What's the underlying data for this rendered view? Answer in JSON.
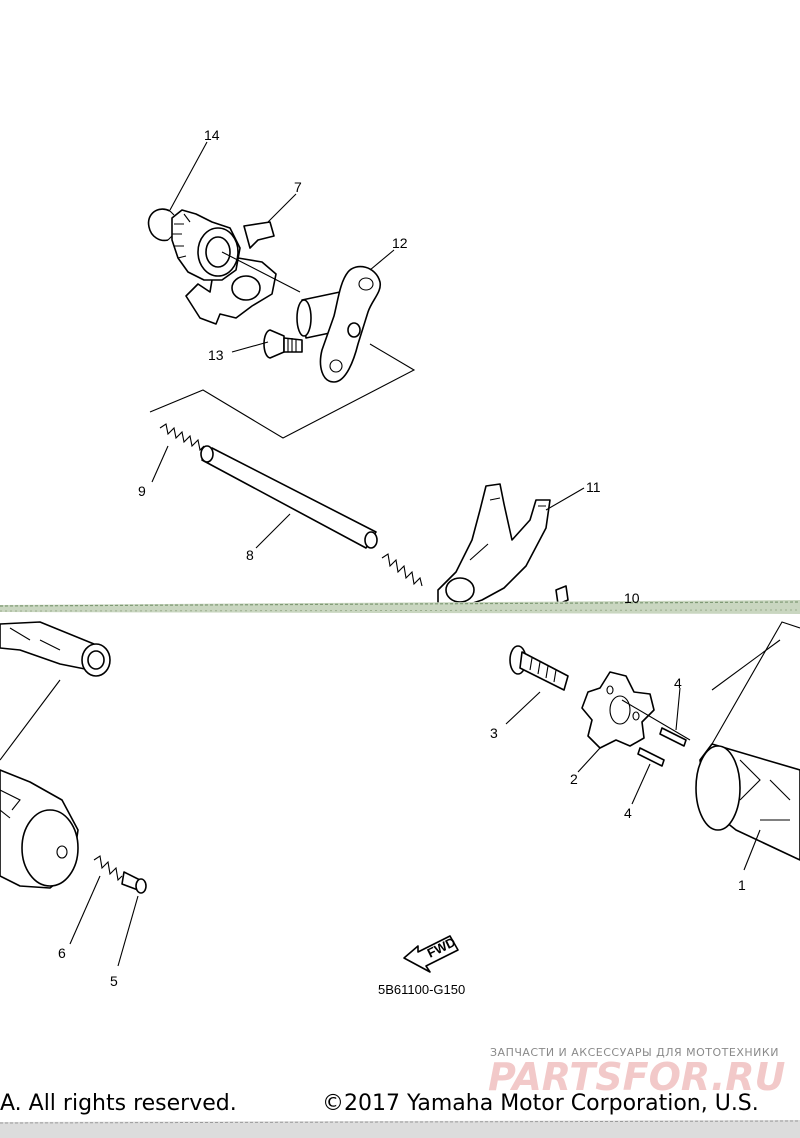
{
  "callouts": [
    "14",
    "7",
    "12",
    "13",
    "9",
    "8",
    "11",
    "10",
    "3",
    "4",
    "2",
    "4",
    "1",
    "6",
    "5"
  ],
  "fwd_label": "FWD",
  "diagram_code": "5B61100-G150",
  "watermark": {
    "caption": "ЗАПЧАСТИ И АКСЕССУАРЫ ДЛЯ МОТОТЕХНИКИ",
    "logo": "PARTSFOR.RU"
  },
  "copyright": {
    "left": "A. All rights reserved.",
    "right": "©2017 Yamaha Motor Corporation, U.S."
  }
}
